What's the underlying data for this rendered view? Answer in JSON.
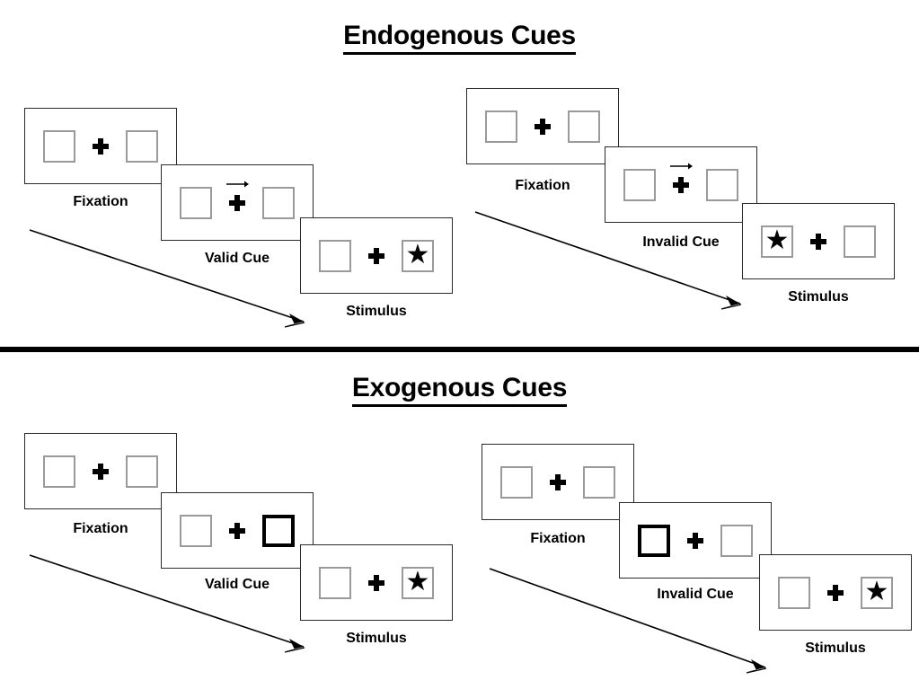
{
  "figure": {
    "sections": [
      {
        "id": "endogenous",
        "title": "Endogenous Cues",
        "columns": [
          {
            "id": "endogenous-valid",
            "frames": [
              {
                "label": "Fixation",
                "left_square": "empty",
                "right_square": "empty",
                "cue": "none",
                "cue_arrow": false
              },
              {
                "label": "Valid Cue",
                "left_square": "empty",
                "right_square": "empty",
                "cue": "arrow-right",
                "cue_arrow": true
              },
              {
                "label": "Stimulus",
                "left_square": "empty",
                "right_square": "star",
                "cue": "none",
                "cue_arrow": false
              }
            ]
          },
          {
            "id": "endogenous-invalid",
            "frames": [
              {
                "label": "Fixation",
                "left_square": "empty",
                "right_square": "empty",
                "cue": "none",
                "cue_arrow": false
              },
              {
                "label": "Invalid Cue",
                "left_square": "empty",
                "right_square": "empty",
                "cue": "arrow-right",
                "cue_arrow": true
              },
              {
                "label": "Stimulus",
                "left_square": "star",
                "right_square": "empty",
                "cue": "none",
                "cue_arrow": false
              }
            ]
          }
        ]
      },
      {
        "id": "exogenous",
        "title": "Exogenous Cues",
        "columns": [
          {
            "id": "exogenous-valid",
            "frames": [
              {
                "label": "Fixation",
                "left_square": "empty",
                "right_square": "empty",
                "cue": "none",
                "cue_arrow": false
              },
              {
                "label": "Valid Cue",
                "left_square": "empty",
                "right_square": "highlight",
                "cue": "none",
                "cue_arrow": false
              },
              {
                "label": "Stimulus",
                "left_square": "empty",
                "right_square": "star",
                "cue": "none",
                "cue_arrow": false
              }
            ]
          },
          {
            "id": "exogenous-invalid",
            "frames": [
              {
                "label": "Fixation",
                "left_square": "empty",
                "right_square": "empty",
                "cue": "none",
                "cue_arrow": false
              },
              {
                "label": "Invalid Cue",
                "left_square": "highlight",
                "right_square": "empty",
                "cue": "none",
                "cue_arrow": false
              },
              {
                "label": "Stimulus",
                "left_square": "empty",
                "right_square": "star",
                "cue": "none",
                "cue_arrow": false
              }
            ]
          }
        ]
      }
    ],
    "glyphs": {
      "star": "★",
      "fixation_cross": "plus-sign",
      "cue_arrow": "arrow-right-icon",
      "time_arrow": "time-flow-arrow-icon"
    },
    "colors": {
      "ink": "#000000",
      "panel_border": "#2a2a2a",
      "square_border": "#9a9a9a",
      "square_highlight_border": "#000000",
      "background": "#ffffff"
    }
  }
}
